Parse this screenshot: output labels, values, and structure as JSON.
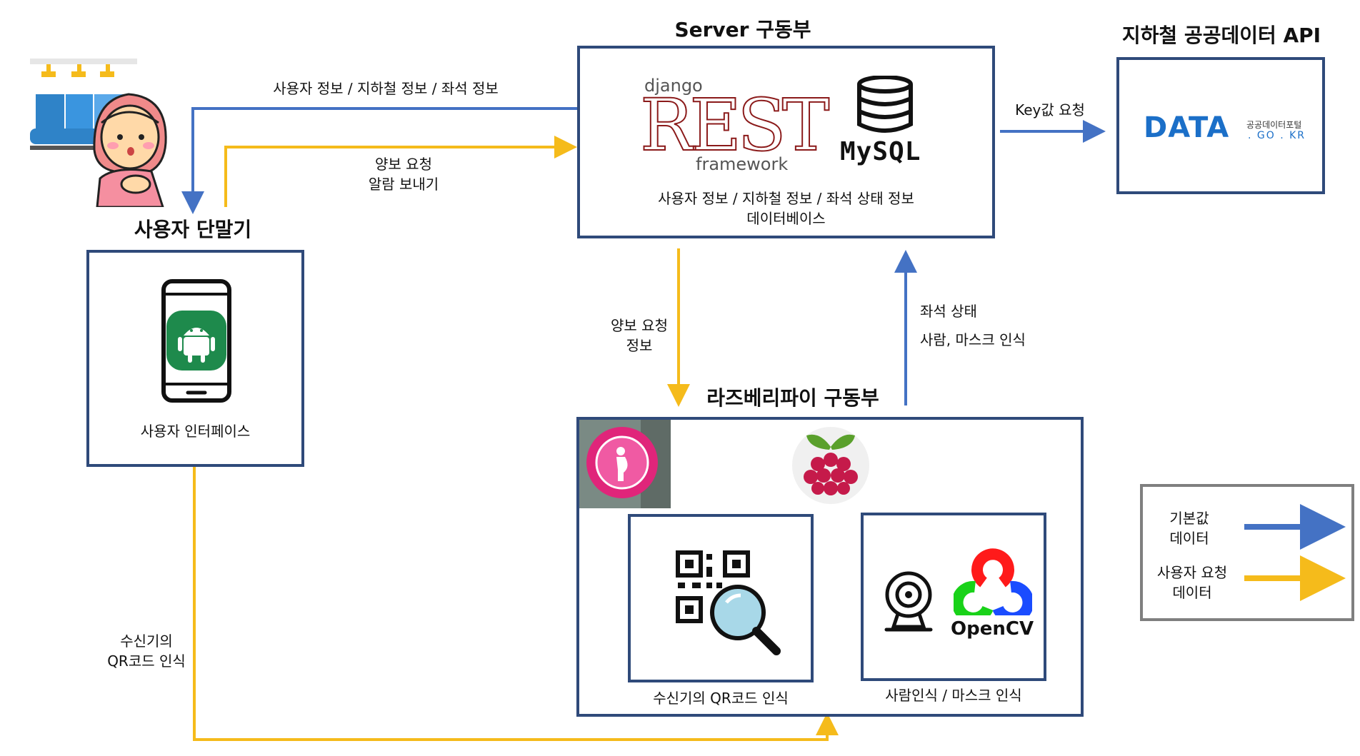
{
  "server": {
    "title": "Server 구동부",
    "db_caption_1": "사용자 정보 / 지하철 정보 / 좌석 상태 정보",
    "db_caption_2": "데이터베이스",
    "django_text": "django",
    "rest_text": "REST",
    "framework_text": "framework",
    "mysql_text": "MySQL"
  },
  "api": {
    "title": "지하철 공공데이터 API",
    "logo_main": "DATA",
    "logo_sub_top": "공공데이터포털",
    "logo_sub_bottom": ". GO . KR"
  },
  "user": {
    "title": "사용자 단말기",
    "caption": "사용자 인터페이스"
  },
  "pi": {
    "title": "라즈베리파이 구동부",
    "qr_caption": "수신기의 QR코드 인식",
    "cam_caption": "사람인식 / 마스크 인식",
    "opencv_text": "OpenCV"
  },
  "edges": {
    "to_user_1": "사용자 정보 / 지하철 정보 / 좌석 정보",
    "to_server_1": "양보 요청",
    "to_server_2": "알람 보내기",
    "key_request": "Key값 요청",
    "server_to_pi_1": "양보 요청",
    "server_to_pi_2": "정보",
    "pi_to_server_1": "좌석 상태",
    "pi_to_server_2": "사람, 마스크 인식",
    "user_to_pi_1": "수신기의",
    "user_to_pi_2": "QR코드 인식"
  },
  "legend": {
    "default_1": "기본값",
    "default_2": "데이터",
    "request_1": "사용자 요청",
    "request_2": "데이터"
  },
  "colors": {
    "blue": "#4472c4",
    "yellow": "#f5bb1b",
    "box_border": "#2f4a7a"
  },
  "icons": [
    "subway-seat-icon",
    "pregnant-woman-icon",
    "android-phone-icon",
    "mysql-database-icon",
    "raspberry-pi-icon",
    "qr-search-icon",
    "webcam-icon",
    "opencv-logo-icon",
    "pregnancy-badge-photo"
  ]
}
